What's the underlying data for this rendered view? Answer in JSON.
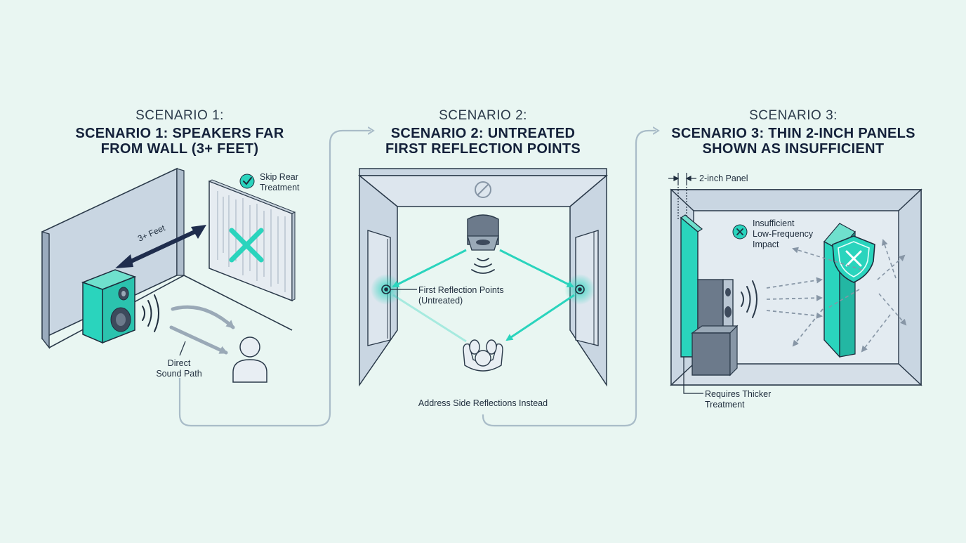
{
  "scenarios": [
    {
      "subtitle": "SCENARIO 1:",
      "title_line1": "SCENARIO 1: SPEAKERS FAR",
      "title_line2": "FROM WALL (3+ FEET)",
      "distance_label": "3+ Feet",
      "check_label_line1": "Skip Rear",
      "check_label_line2": "Treatment",
      "path_label_line1": "Direct",
      "path_label_line2": "Sound Path"
    },
    {
      "subtitle": "SCENARIO 2:",
      "title_line1": "SCENARIO 2: UNTREATED",
      "title_line2": "FIRST REFLECTION POINTS",
      "reflection_label_line1": "First Reflection Points",
      "reflection_label_line2": "(Untreated)",
      "footer_label": "Address Side Reflections Instead"
    },
    {
      "subtitle": "SCENARIO 3:",
      "title_line1": "SCENARIO 3: THIN 2-INCH PANELS",
      "title_line2": "SHOWN AS INSUFFICIENT",
      "panel_label": "2-inch Panel",
      "impact_label_line1": "Insufficient",
      "impact_label_line2": "Low-Frequency",
      "impact_label_line3": "Impact",
      "footer_label_line1": "Requires Thicker",
      "footer_label_line2": "Treatment"
    }
  ],
  "colors": {
    "background": "#e9f6f2",
    "accent_teal": "#2ad4bd",
    "dark_navy": "#1f2d4d",
    "wall_fill": "#c8d6e2",
    "connector": "#a9bcc8"
  }
}
